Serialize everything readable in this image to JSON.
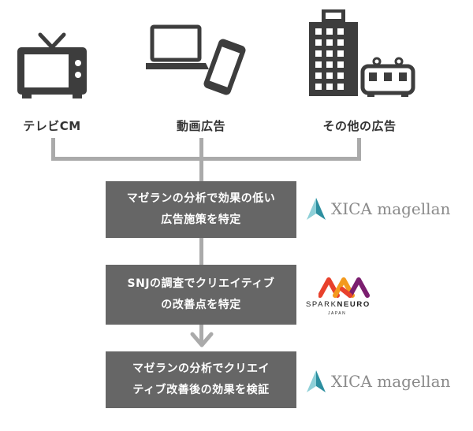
{
  "sources": [
    {
      "label": "テレビCM",
      "icon": "tv-icon"
    },
    {
      "label": "動画広告",
      "icon": "laptop-smartphone-icon"
    },
    {
      "label": "その他の広告",
      "icon": "building-train-icon"
    }
  ],
  "steps": [
    {
      "line1": "マゼランの分析で効果の低い",
      "line2": "広告施策を特定",
      "logo": "xica"
    },
    {
      "line1": "SNJの調査でクリエイティブ",
      "line2": "の改善点を特定",
      "logo": "spark"
    },
    {
      "line1": "マゼランの分析でクリエイ",
      "line2": "ティブ改善後の効果を検証",
      "logo": "xica"
    }
  ],
  "logos": {
    "xica": {
      "text": "XICA magellan",
      "color": "#2d8fa0"
    },
    "spark": {
      "spark": "SPARK",
      "neuro": "NEURO",
      "sub": "JAPAN",
      "colors": [
        "#e8412c",
        "#f39a1e",
        "#7b1e6f"
      ]
    }
  },
  "colors": {
    "box": "#666666",
    "connector": "#aaaaaa",
    "icon": "#3d3d3d"
  }
}
